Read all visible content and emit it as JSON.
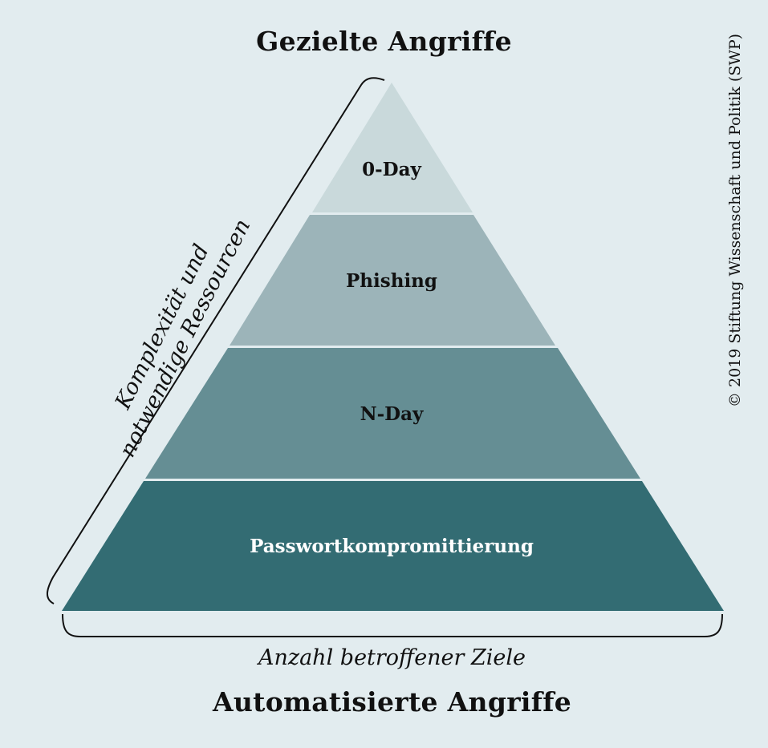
{
  "title_top": "Gezielte Angriffe",
  "title_bottom": "Automatisierte Angriffe",
  "x_caption": "Anzahl betroffener Ziele",
  "side_caption": {
    "line1": "Komplexität und",
    "line2": "notwendige Ressourcen"
  },
  "copyright": "© 2019 Stiftung Wissenschaft und Politik (SWP)",
  "tiers": [
    {
      "label": "0-Day",
      "color": "#c9d9db",
      "text_color": "#111111"
    },
    {
      "label": "Phishing",
      "color": "#9cb4b9",
      "text_color": "#111111"
    },
    {
      "label": "N-Day",
      "color": "#658e94",
      "text_color": "#111111"
    },
    {
      "label": "Passwortkompromittierung",
      "color": "#336c73",
      "text_color": "#ffffff"
    }
  ]
}
